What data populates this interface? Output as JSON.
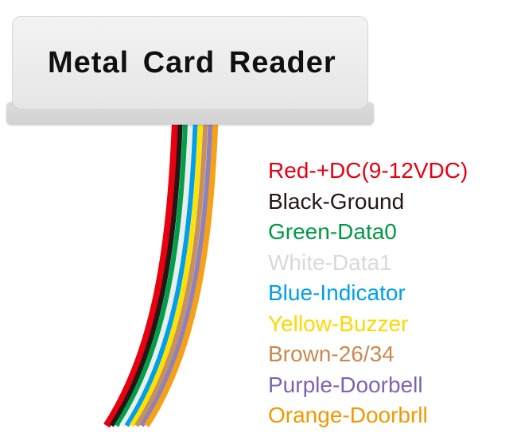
{
  "device": {
    "title": "Metal Card Reader"
  },
  "legend": {
    "items": [
      {
        "label": "Red-+DC(9-12VDC)",
        "color": "#e60012"
      },
      {
        "label": "Black-Ground",
        "color": "#231815"
      },
      {
        "label": "Green-Data0",
        "color": "#009944"
      },
      {
        "label": "White-Data1",
        "color": "#d9d9d9"
      },
      {
        "label": "Blue-Indicator",
        "color": "#00a0e9"
      },
      {
        "label": "Yellow-Buzzer",
        "color": "#ffd800"
      },
      {
        "label": "Brown-26/34",
        "color": "#c9894d"
      },
      {
        "label": "Purple-Doorbell",
        "color": "#7d64b0"
      },
      {
        "label": "Orange-Doorbrll",
        "color": "#f39800"
      }
    ]
  },
  "cable": {
    "wires": [
      {
        "name": "red",
        "color": "#e8000f",
        "width": 9
      },
      {
        "name": "black",
        "color": "#231815",
        "width": 6
      },
      {
        "name": "green",
        "color": "#00a04a",
        "width": 6
      },
      {
        "name": "white",
        "color": "#ececec",
        "width": 6
      },
      {
        "name": "blue",
        "color": "#00a0e9",
        "width": 6
      },
      {
        "name": "yellow",
        "color": "#ffe100",
        "width": 6
      },
      {
        "name": "brown",
        "color": "#c5915e",
        "width": 6
      },
      {
        "name": "purple",
        "color": "#8f82bc",
        "width": 6
      },
      {
        "name": "orange",
        "color": "#f6a117",
        "width": 7
      }
    ]
  }
}
